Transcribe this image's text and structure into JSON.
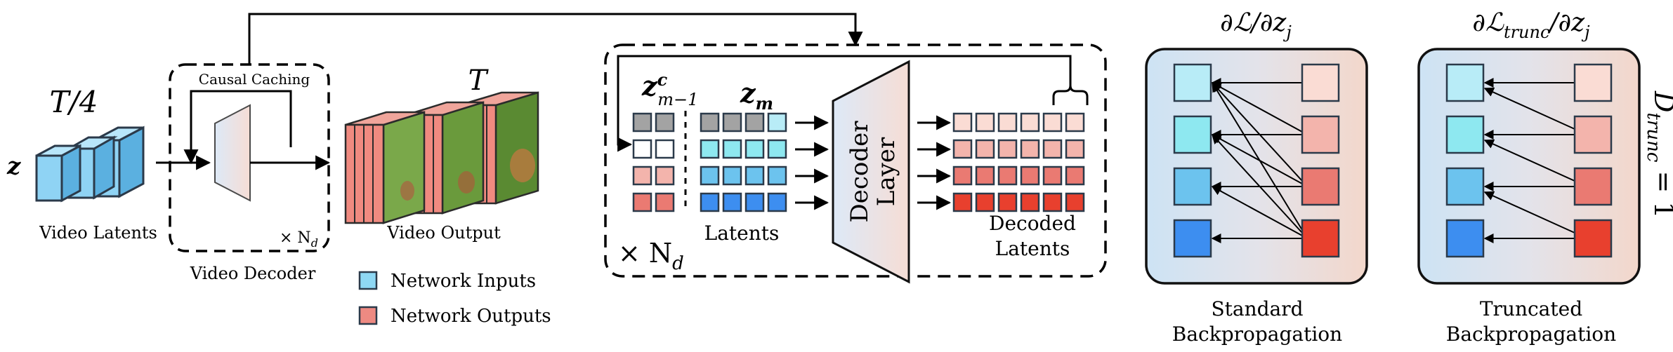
{
  "left": {
    "z_symbol": "z",
    "latent_time": "T/4",
    "video_latents_label": "Video Latents",
    "causal_caching_label": "Causal Caching",
    "nd_small_prefix": "× N",
    "nd_small_sub": "d",
    "video_decoder_label": "Video Decoder",
    "output_time": "T",
    "video_output_label": "Video Output"
  },
  "legend": {
    "items": [
      {
        "label": "Network Inputs",
        "color": "#8ed8f4"
      },
      {
        "label": "Network Outputs",
        "color": "#ee8a82"
      }
    ]
  },
  "middle": {
    "zc_base": "z",
    "zc_sup": "c",
    "zc_sub": "m−1",
    "zm_base": "z",
    "zm_sub": "m",
    "latents_label": "Latents",
    "decoder_line1": "Decoder",
    "decoder_line2": "Layer",
    "decoded_line1": "Decoded",
    "decoded_line2": "Latents",
    "nd_big_prefix": "× N",
    "nd_big_sub": "d"
  },
  "backprop": {
    "standard_title": "∂ℒ/∂z",
    "standard_title_sub": "j",
    "standard_line1": "Standard",
    "standard_line2": "Backpropagation",
    "truncated_title": "∂ℒ",
    "truncated_title_sub": "trunc",
    "truncated_title_tail": "/∂z",
    "truncated_title_tail_sub": "j",
    "truncated_line1": "Truncated",
    "truncated_line2": "Backpropagation",
    "dtrunc_base": "D",
    "dtrunc_sub": "trunc",
    "dtrunc_eq": " = 1"
  },
  "colors": {
    "input_light": "#b8ecf7",
    "input_mid": "#8ee8f0",
    "input_blue": "#6cc3ee",
    "input_dark": "#3d8ef0",
    "output_light": "#fadcd4",
    "output_mid": "#f3b4ac",
    "output_red": "#ea7a72",
    "output_dark": "#e8402e",
    "gray_cache": "#a3a3a3"
  }
}
